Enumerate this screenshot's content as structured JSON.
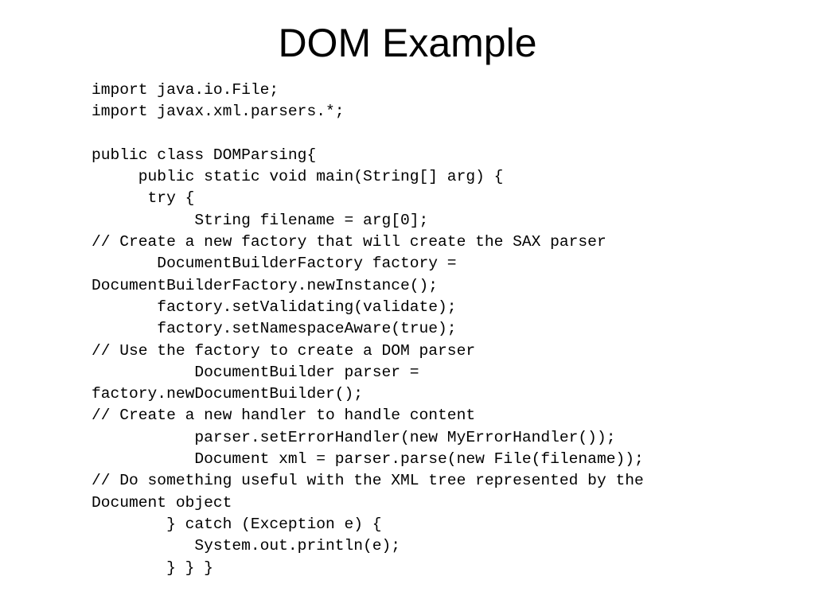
{
  "slide": {
    "title": "DOM Example"
  },
  "code": {
    "lines": [
      "import java.io.File;",
      "import javax.xml.parsers.*;",
      "",
      "public class DOMParsing{",
      "     public static void main(String[] arg) {",
      "      try {",
      "           String filename = arg[0];",
      "// Create a new factory that will create the SAX parser",
      "       DocumentBuilderFactory factory =",
      "DocumentBuilderFactory.newInstance();",
      "       factory.setValidating(validate);",
      "       factory.setNamespaceAware(true);",
      "// Use the factory to create a DOM parser",
      "           DocumentBuilder parser =",
      "factory.newDocumentBuilder();",
      "// Create a new handler to handle content",
      "           parser.setErrorHandler(new MyErrorHandler());",
      "           Document xml = parser.parse(new File(filename));",
      "// Do something useful with the XML tree represented by the",
      "Document object",
      "        } catch (Exception e) {",
      "           System.out.println(e);",
      "        } } }"
    ]
  }
}
